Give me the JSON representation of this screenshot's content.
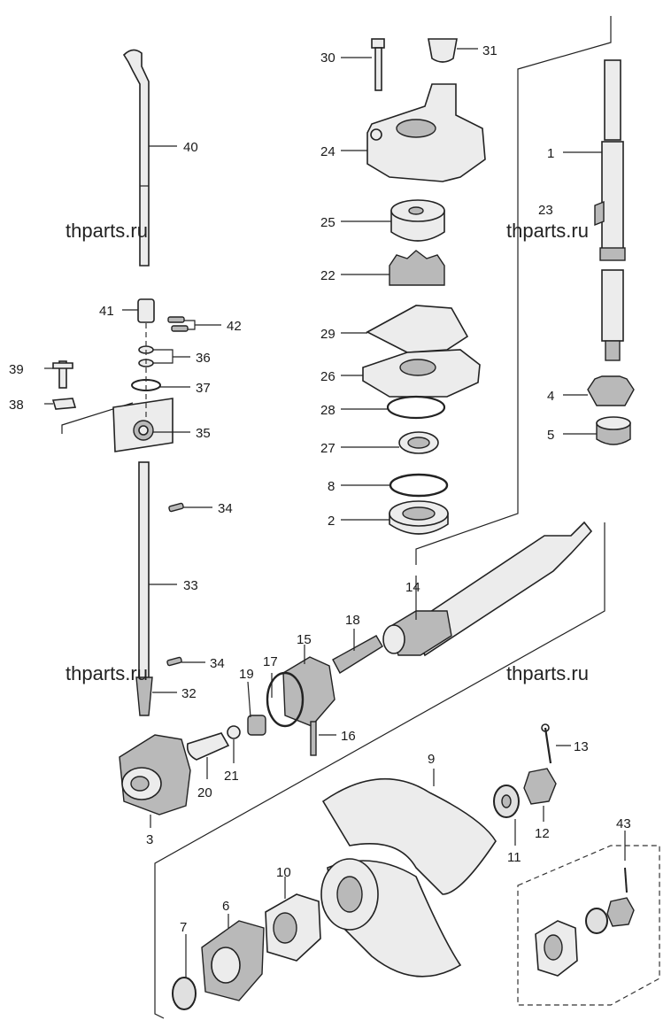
{
  "watermarks": [
    "thparts.ru",
    "thparts.ru",
    "thparts.ru",
    "thparts.ru"
  ],
  "callouts": {
    "c1": "1",
    "c2": "2",
    "c3": "3",
    "c4": "4",
    "c5": "5",
    "c6": "6",
    "c7": "7",
    "c8": "8",
    "c9": "9",
    "c10": "10",
    "c11": "11",
    "c12": "12",
    "c13": "13",
    "c14": "14",
    "c15": "15",
    "c16": "16",
    "c17": "17",
    "c18": "18",
    "c19": "19",
    "c20": "20",
    "c21": "21",
    "c22": "22",
    "c23": "23",
    "c24": "24",
    "c25": "25",
    "c26": "26",
    "c27": "27",
    "c28": "28",
    "c29": "29",
    "c30": "30",
    "c31": "31",
    "c32": "32",
    "c33": "33",
    "c34a": "34",
    "c34b": "34",
    "c35": "35",
    "c36": "36",
    "c37": "37",
    "c38": "38",
    "c39": "39",
    "c40": "40",
    "c41": "41",
    "c42": "42",
    "c43": "43"
  }
}
